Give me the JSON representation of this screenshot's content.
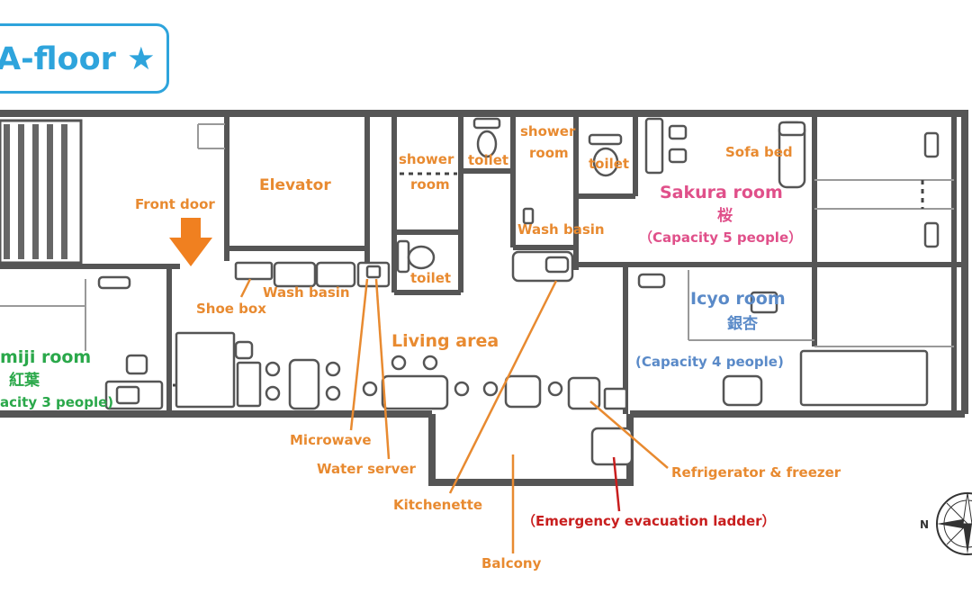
{
  "floor": {
    "title": "A-floor ★"
  },
  "labels": {
    "front_door": "Front door",
    "elevator": "Elevator",
    "shower_room_1a": "shower",
    "shower_room_1b": "room",
    "toilet_1": "toilet",
    "shower_room_2a": "shower",
    "shower_room_2b": "room",
    "toilet_2": "toilet",
    "toilet_3": "toilet",
    "wash_basin_1": "Wash basin",
    "wash_basin_2": "Wash basin",
    "shoe_box": "Shoe box",
    "living_area": "Living area",
    "sofa_bed": "Sofa bed",
    "microwave": "Microwave",
    "water_server": "Water server",
    "kitchenette": "Kitchenette",
    "balcony": "Balcony",
    "refrigerator": "Refrigerator & freezer",
    "evacuation_ladder": "（Emergency evacuation ladder）",
    "compass_n": "N"
  },
  "rooms": {
    "sakura": {
      "name": "Sakura room",
      "kanji": "桜",
      "capacity": "（Capacity 5 people）"
    },
    "icyo": {
      "name": "Icyo room",
      "kanji": "銀杏",
      "capacity": "(Capacity 4 people)"
    },
    "momiji": {
      "name": "miji room",
      "kanji": "紅葉",
      "capacity": "acity 3 people)"
    }
  },
  "colors": {
    "wall": "#555555",
    "orange": "#e88a30",
    "pink": "#e0508a",
    "blue": "#5a8ac8",
    "green": "#2aa84a",
    "red": "#c81e1e",
    "badge": "#2ea4dc"
  }
}
